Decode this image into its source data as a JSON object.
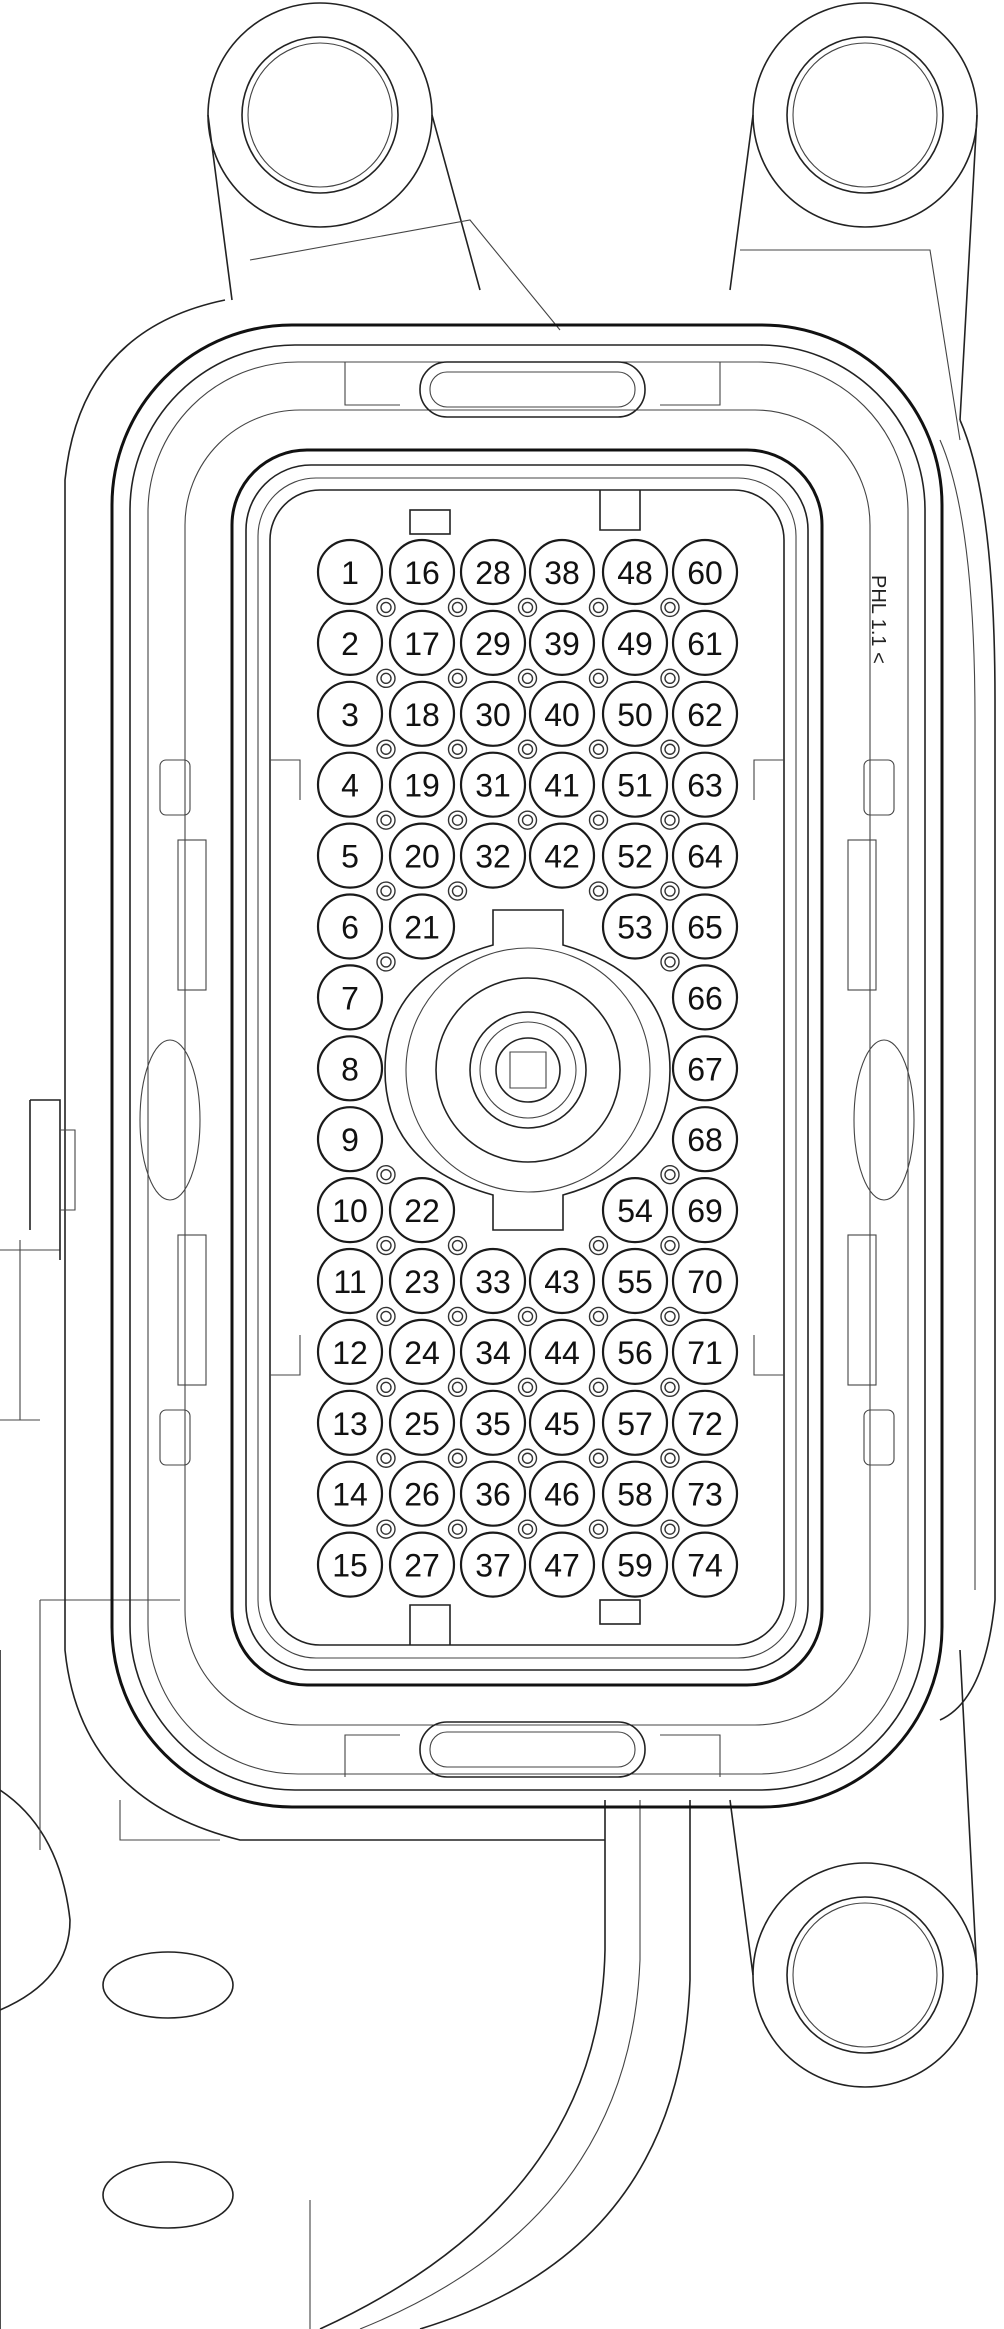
{
  "diagram": {
    "marking_text": "PHL 1.1 <",
    "pins": [
      {
        "id": "1",
        "col": 0,
        "row": 0
      },
      {
        "id": "2",
        "col": 0,
        "row": 1
      },
      {
        "id": "3",
        "col": 0,
        "row": 2
      },
      {
        "id": "4",
        "col": 0,
        "row": 3
      },
      {
        "id": "5",
        "col": 0,
        "row": 4
      },
      {
        "id": "6",
        "col": 0,
        "row": 5
      },
      {
        "id": "7",
        "col": 0,
        "row": 6
      },
      {
        "id": "8",
        "col": 0,
        "row": 7
      },
      {
        "id": "9",
        "col": 0,
        "row": 8
      },
      {
        "id": "10",
        "col": 0,
        "row": 9
      },
      {
        "id": "11",
        "col": 0,
        "row": 10
      },
      {
        "id": "12",
        "col": 0,
        "row": 11
      },
      {
        "id": "13",
        "col": 0,
        "row": 12
      },
      {
        "id": "14",
        "col": 0,
        "row": 13
      },
      {
        "id": "15",
        "col": 0,
        "row": 14
      },
      {
        "id": "16",
        "col": 1,
        "row": 0
      },
      {
        "id": "17",
        "col": 1,
        "row": 1
      },
      {
        "id": "18",
        "col": 1,
        "row": 2
      },
      {
        "id": "19",
        "col": 1,
        "row": 3
      },
      {
        "id": "20",
        "col": 1,
        "row": 4
      },
      {
        "id": "21",
        "col": 1,
        "row": 5
      },
      {
        "id": "22",
        "col": 1,
        "row": 9
      },
      {
        "id": "23",
        "col": 1,
        "row": 10
      },
      {
        "id": "24",
        "col": 1,
        "row": 11
      },
      {
        "id": "25",
        "col": 1,
        "row": 12
      },
      {
        "id": "26",
        "col": 1,
        "row": 13
      },
      {
        "id": "27",
        "col": 1,
        "row": 14
      },
      {
        "id": "28",
        "col": 2,
        "row": 0
      },
      {
        "id": "29",
        "col": 2,
        "row": 1
      },
      {
        "id": "30",
        "col": 2,
        "row": 2
      },
      {
        "id": "31",
        "col": 2,
        "row": 3
      },
      {
        "id": "32",
        "col": 2,
        "row": 4
      },
      {
        "id": "33",
        "col": 2,
        "row": 10
      },
      {
        "id": "34",
        "col": 2,
        "row": 11
      },
      {
        "id": "35",
        "col": 2,
        "row": 12
      },
      {
        "id": "36",
        "col": 2,
        "row": 13
      },
      {
        "id": "37",
        "col": 2,
        "row": 14
      },
      {
        "id": "38",
        "col": 3,
        "row": 0
      },
      {
        "id": "39",
        "col": 3,
        "row": 1
      },
      {
        "id": "40",
        "col": 3,
        "row": 2
      },
      {
        "id": "41",
        "col": 3,
        "row": 3
      },
      {
        "id": "42",
        "col": 3,
        "row": 4
      },
      {
        "id": "43",
        "col": 3,
        "row": 10
      },
      {
        "id": "44",
        "col": 3,
        "row": 11
      },
      {
        "id": "45",
        "col": 3,
        "row": 12
      },
      {
        "id": "46",
        "col": 3,
        "row": 13
      },
      {
        "id": "47",
        "col": 3,
        "row": 14
      },
      {
        "id": "48",
        "col": 4,
        "row": 0
      },
      {
        "id": "49",
        "col": 4,
        "row": 1
      },
      {
        "id": "50",
        "col": 4,
        "row": 2
      },
      {
        "id": "51",
        "col": 4,
        "row": 3
      },
      {
        "id": "52",
        "col": 4,
        "row": 4
      },
      {
        "id": "53",
        "col": 4,
        "row": 5
      },
      {
        "id": "54",
        "col": 4,
        "row": 9
      },
      {
        "id": "55",
        "col": 4,
        "row": 10
      },
      {
        "id": "56",
        "col": 4,
        "row": 11
      },
      {
        "id": "57",
        "col": 4,
        "row": 12
      },
      {
        "id": "58",
        "col": 4,
        "row": 13
      },
      {
        "id": "59",
        "col": 4,
        "row": 14
      },
      {
        "id": "60",
        "col": 5,
        "row": 0
      },
      {
        "id": "61",
        "col": 5,
        "row": 1
      },
      {
        "id": "62",
        "col": 5,
        "row": 2
      },
      {
        "id": "63",
        "col": 5,
        "row": 3
      },
      {
        "id": "64",
        "col": 5,
        "row": 4
      },
      {
        "id": "65",
        "col": 5,
        "row": 5
      },
      {
        "id": "66",
        "col": 5,
        "row": 6
      },
      {
        "id": "67",
        "col": 5,
        "row": 7
      },
      {
        "id": "68",
        "col": 5,
        "row": 8
      },
      {
        "id": "69",
        "col": 5,
        "row": 9
      },
      {
        "id": "70",
        "col": 5,
        "row": 10
      },
      {
        "id": "71",
        "col": 5,
        "row": 11
      },
      {
        "id": "72",
        "col": 5,
        "row": 12
      },
      {
        "id": "73",
        "col": 5,
        "row": 13
      },
      {
        "id": "74",
        "col": 5,
        "row": 14
      }
    ]
  }
}
